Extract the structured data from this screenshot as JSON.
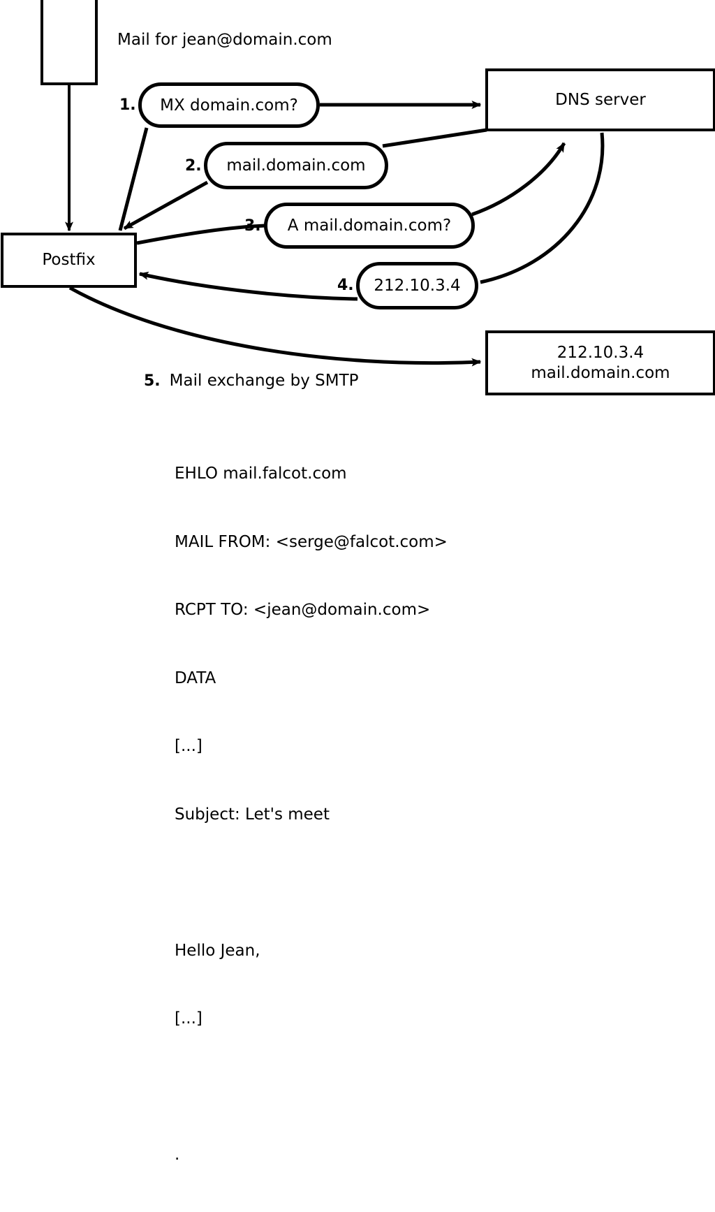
{
  "diagram": {
    "title": "Mail for jean@domain.com",
    "nodes": {
      "sender_box": {
        "label": ""
      },
      "postfix": {
        "label": "Postfix"
      },
      "dns_server": {
        "label": "DNS server"
      },
      "mail_server": {
        "label": "212.10.3.4\nmail.domain.com"
      }
    },
    "steps": [
      {
        "num": "1.",
        "label": "MX domain.com?"
      },
      {
        "num": "2.",
        "label": "mail.domain.com"
      },
      {
        "num": "3.",
        "label": "A mail.domain.com?"
      },
      {
        "num": "4.",
        "label": "212.10.3.4"
      }
    ],
    "step5": {
      "num": "5.",
      "label": "Mail exchange by SMTP"
    },
    "smtp_transcript": [
      "EHLO mail.falcot.com",
      "MAIL FROM: <serge@falcot.com>",
      "RCPT TO: <jean@domain.com>",
      "DATA",
      "[...]",
      "Subject: Let's meet",
      "",
      "Hello Jean,",
      "[...]",
      "",
      "."
    ],
    "colors": {
      "stroke": "#000000",
      "fill": "#ffffff"
    }
  }
}
